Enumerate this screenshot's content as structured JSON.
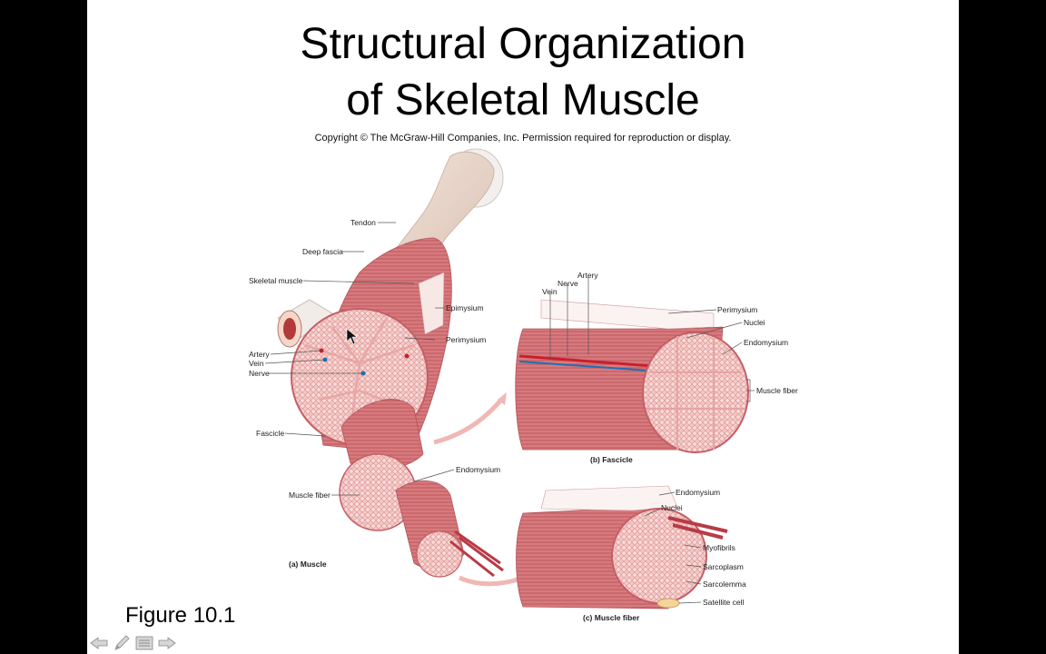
{
  "slide": {
    "title_line1": "Structural Organization",
    "title_line2": "of Skeletal Muscle",
    "copyright": "Copyright © The McGraw-Hill Companies, Inc. Permission required for reproduction or display.",
    "figure_caption": "Figure 10.1"
  },
  "diagram": {
    "labels": {
      "tendon": "Tendon",
      "deep_fascia": "Deep fascia",
      "skeletal_muscle": "Skeletal muscle",
      "epimysium": "Epimysium",
      "perimysium": "Perimysium",
      "artery": "Artery",
      "vein": "Vein",
      "nerve": "Nerve",
      "fascicle": "Fascicle",
      "endomysium": "Endomysium",
      "muscle_fiber": "Muscle fiber",
      "panel_a": "(a) Muscle",
      "b_vein": "Vein",
      "b_nerve": "Nerve",
      "b_artery": "Artery",
      "b_perimysium": "Perimysium",
      "b_nuclei": "Nuclei",
      "b_endomysium": "Endomysium",
      "b_muscle_fiber": "Muscle fiber",
      "panel_b": "(b) Fascicle",
      "c_endomysium": "Endomysium",
      "c_nuclei": "Nuclei",
      "c_myofibrils": "Myofibrils",
      "c_sarcoplasm": "Sarcoplasm",
      "c_sarcolemma": "Sarcolemma",
      "c_satellite_cell": "Satellite cell",
      "panel_c": "(c) Muscle fiber"
    }
  },
  "nav": {
    "icons": [
      "arrow-left-icon",
      "pencil-icon",
      "menu-icon",
      "arrow-right-icon"
    ]
  },
  "colors": {
    "muscle": "#d97a7e",
    "muscle_light": "#f2c2bf",
    "tendon": "#eadbd0",
    "artery": "#c8202a",
    "vein": "#1f6fb5"
  }
}
